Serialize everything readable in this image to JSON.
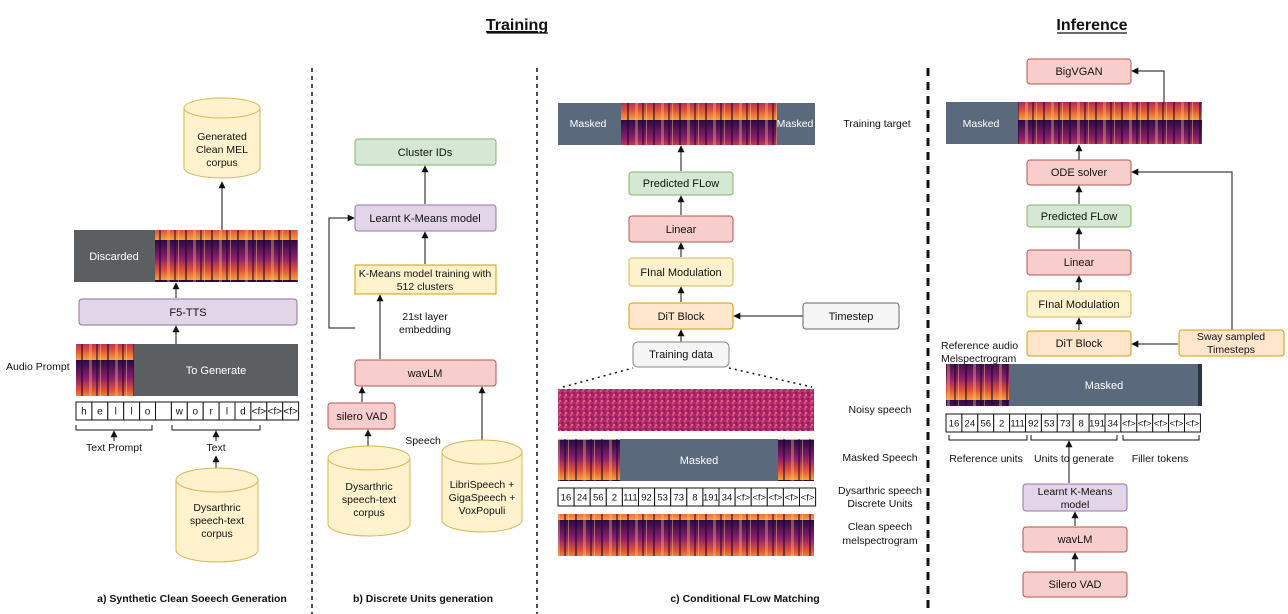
{
  "headers": {
    "training": "Training",
    "inference": "Inference"
  },
  "section_a": {
    "caption": "a) Synthetic Clean Soeech Generation",
    "generated_corpus": [
      "Generated",
      "Clean MEL",
      "corpus"
    ],
    "discarded": "Discarded",
    "f5tts": "F5-TTS",
    "audio_prompt": "Audio Prompt",
    "to_generate": "To Generate",
    "tokens": [
      "h",
      "e",
      "l",
      "l",
      "o",
      "",
      "w",
      "o",
      "r",
      "l",
      "d",
      "<f>",
      "<f>",
      "<f>"
    ],
    "text_prompt": "Text Prompt",
    "text": "Text",
    "corpus": [
      "Dysarthric",
      "speech-text",
      "corpus"
    ]
  },
  "section_b": {
    "caption": "b) Discrete Units generation",
    "cluster_ids": "Cluster IDs",
    "learnt_kmeans": "Learnt K-Means model",
    "kmeans_training": [
      "K-Means model training with",
      "512 clusters"
    ],
    "layer_embedding": [
      "21st layer",
      "embedding"
    ],
    "wavlm": "wavLM",
    "silero_vad": "silero VAD",
    "speech": "Speech",
    "dys_corpus": [
      "Dysarthric",
      "speech-text",
      "corpus"
    ],
    "libri_corpus": [
      "LibriSpeech +",
      "GigaSpeech +",
      "VoxPopuli"
    ]
  },
  "section_c": {
    "caption": "c) Conditional FLow Matching",
    "masked": "Masked",
    "training_target": "Training target",
    "predicted_flow": "Predicted FLow",
    "linear": "Linear",
    "final_modulation": "FInal Modulation",
    "dit_block": "DiT Block",
    "timestep": "Timestep",
    "training_data": "Training data",
    "noisy_speech": "Noisy speech",
    "masked_speech": "Masked Speech",
    "dys_units": [
      "Dysarthric speech",
      "Discrete Units"
    ],
    "clean_mel": [
      "Clean speech",
      "melspectrogram"
    ],
    "units": [
      "16",
      "24",
      "56",
      "2",
      "111",
      "92",
      "53",
      "73",
      "8",
      "191",
      "34",
      "<f>",
      "<f>",
      "<f>",
      "<f>",
      "<f>"
    ]
  },
  "inference": {
    "bigvgan": "BigVGAN",
    "masked": "Masked",
    "ode_solver": "ODE solver",
    "predicted_flow": "Predicted FLow",
    "linear": "Linear",
    "final_modulation": "FInal Modulation",
    "dit_block": "DiT Block",
    "sway": [
      "Sway sampled",
      "Timesteps"
    ],
    "ref_audio": [
      "Reference audio",
      "Melspectrogram"
    ],
    "units": [
      "16",
      "24",
      "56",
      "2",
      "111",
      "92",
      "53",
      "73",
      "8",
      "191",
      "34",
      "<f>",
      "<f>",
      "<f>",
      "<f>",
      "<f>"
    ],
    "reference_units": "Reference units",
    "units_to_generate": "Units to generate",
    "filler_tokens": "Filler tokens",
    "learnt_kmeans": [
      "Learnt K-Means",
      "model"
    ],
    "wavlm": "wavLM",
    "silero_vad": "Silero VAD"
  },
  "colors": {
    "green_fill": "#d5e8d4",
    "green_stroke": "#82b366",
    "purple_fill": "#e1d5e7",
    "purple_stroke": "#9673a6",
    "red_fill": "#f8cecc",
    "red_stroke": "#b85450",
    "yellow_fill": "#fff2cc",
    "yellow_stroke": "#d6b656",
    "orange_fill": "#ffe6cc",
    "orange_stroke": "#d79b00",
    "slate": "#5a6a7c",
    "dark_gray": "#5c5f62"
  }
}
